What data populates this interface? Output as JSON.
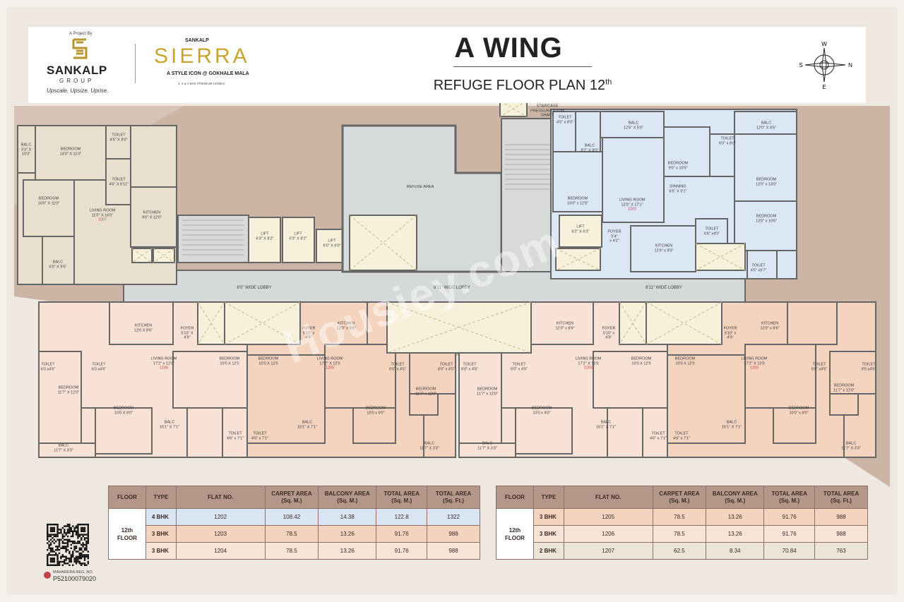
{
  "header": {
    "project_by": "A Project By",
    "group_name": "SANKALP",
    "group_word": "GROUP",
    "group_tagline": "Upscale. Upsize. Uprise.",
    "project_brand": "SANKALP",
    "project_name": "SIERRA",
    "project_sub": "A STYLE ICON @ GOKHALE MALA",
    "project_small": "4, 3 & 2 BHK PREMIUM HOMES",
    "title": "A WING",
    "subtitle": "REFUGE FLOOR PLAN 12",
    "subtitle_sup": "th",
    "compass": {
      "top": "W",
      "left": "S",
      "right": "N",
      "bottom": "E"
    }
  },
  "colors": {
    "flat_1202": "#dce7f5",
    "flat_1203": "#f4d3bf",
    "flat_1204": "#f7e2d5",
    "flat_1205": "#f4d3bf",
    "flat_1206": "#f8e2d6",
    "flat_1207": "#e9dfcf",
    "header_row": "#b5978a",
    "brand_gold": "#c9a431",
    "lobby": "#d6d9d9",
    "shaft": "#f7f1dc",
    "band": "#cdb5a6"
  },
  "watermark": "Housiey.com",
  "plan": {
    "rooms": [
      {
        "t": "BALC\n3'3\" X\n10'3\""
      },
      {
        "t": "BEDROOM\n14'0\" X 11'0\""
      },
      {
        "t": "TOILET\n4'5\" X 8'0\""
      },
      {
        "t": "TOILET\n4'6\" X 6'11\""
      },
      {
        "t": "BEDROOM\n10'0\" X 11'0\""
      },
      {
        "t": "KITCHEN\n9'0\" X 12'0\""
      },
      {
        "t": "LIVING ROOM\n11'0\" X 16'0\"",
        "no": "1207"
      },
      {
        "t": "BALC\n6'0\" X 9'5\""
      },
      {
        "t": "LIFT\n6'3\" X 8'2\""
      },
      {
        "t": "LIFT\n6'3\" X 8'2\""
      },
      {
        "t": "LIFT\n6'0\" X 6'0\""
      },
      {
        "t": "REFUSE AREA"
      },
      {
        "t": "STAIRCASE\nPRESSURIZATION\nSHAFT"
      },
      {
        "t": "LIFT\n6'2\" X 6'3\""
      },
      {
        "t": "TOILET\n4'5\" x 8'0\""
      },
      {
        "t": "BALC\n8'2\" X 8'0\""
      },
      {
        "t": "BALC\n12'5\" X 5'0\""
      },
      {
        "t": "BEDROOM\n10'0\" x 12'0\""
      },
      {
        "t": "LIVING ROOM\n12'0\" X 17'1\"",
        "no": "1202"
      },
      {
        "t": "BEDROOM\n9'0\" x 10'0\""
      },
      {
        "t": "TOILET\n6'0\" x 8'0\""
      },
      {
        "t": "BALC\n12'0\" X 4'5\""
      },
      {
        "t": "BEDROOM\n12'0\" x 13'0\""
      },
      {
        "t": "DINNING\n6'5\" X 9'1\""
      },
      {
        "t": "BEDROOM\n13'0\" x 10'6\""
      },
      {
        "t": "TOILET\n6'6\" x4'5\""
      },
      {
        "t": "FOYER\n5'4\"\nx 4'2\""
      },
      {
        "t": "KITCHEN\n12'6\" x 9'0\""
      },
      {
        "t": "TOILET\n4'5\" x9'7\""
      },
      {
        "t": "8'0\" WIDE LOBBY"
      },
      {
        "t": "8'11\" WIDE LOBBY"
      },
      {
        "t": "8'11\" WIDE LOBBY"
      },
      {
        "t": "KITCHEN\n12'0 X 8'6\""
      },
      {
        "t": "FOYER\n5'10\" X\n4'9\""
      },
      {
        "t": "LIVING ROOM\n17'2\" x 12'0\"",
        "no": "1206"
      },
      {
        "t": "TOILET\n6'0 x4'5\""
      },
      {
        "t": "TOILET\n6'0 x4'5\""
      },
      {
        "t": "BEDROOM\n11'7\" X 12'0\""
      },
      {
        "t": "BEDROOM\n10'0 X 9'0\""
      },
      {
        "t": "BALC\n15'1\" X 7'1\""
      },
      {
        "t": "BALC\n11'7\" X 3'3\""
      },
      {
        "t": "BEDROOM\n10'0 X 12'0"
      },
      {
        "t": "TOILET\n4'6\" x 7'1\""
      },
      {
        "t": "BEDROOM\n10'0 X 12'0"
      },
      {
        "t": "TOILET\n4'6\" x 7'1\""
      },
      {
        "t": "BALC\n15'1\" X 7'1\""
      },
      {
        "t": "LIVING ROOM\n17'2\" X 12'0",
        "no": "1205"
      },
      {
        "t": "FOYER\n5'10\" x\n4'9\""
      },
      {
        "t": "KITCHEN\n12'0\" x 8'6\""
      },
      {
        "t": "BEDROOM\n10'0 x 9'0\""
      },
      {
        "t": "TOILET\n6'0\" x 4'5\""
      },
      {
        "t": "TOILET\n8'0\" x 4'5\""
      },
      {
        "t": "BEDROOM\n11'7\" x 12'0\""
      },
      {
        "t": "BALC\n11'7\" X 3'3\""
      },
      {
        "t": "BEDROOM\n11'7\" x 12'0\""
      },
      {
        "t": "TOILET\n6'0\" x 4'5\""
      },
      {
        "t": "TOILET\n6'0\" x 4'5\""
      },
      {
        "t": "BEDROOM\n10'0 x 9'0\""
      },
      {
        "t": "KITCHEN\n12'0\" x 8'6\""
      },
      {
        "t": "FOYER\n5'10\" x\n4'9\""
      },
      {
        "t": "LIVING ROOM\n17'2\" X 12'0",
        "no": "1204"
      },
      {
        "t": "BALC\n15'1\" X 7'1\""
      },
      {
        "t": "BEDROOM\n10'0 X 12'0"
      },
      {
        "t": "TOILET\n4'6\" x 7'1\""
      },
      {
        "t": "BALC\n11'7\" X 3'3\""
      },
      {
        "t": "BEDROOM\n10'0 X 12'0"
      },
      {
        "t": "TOILET\n4'6\" x 7'1\""
      },
      {
        "t": "BALC\n15'1\" X 7'1\""
      },
      {
        "t": "LIVING ROOM\n17'2\" X 12'0",
        "no": "1203"
      },
      {
        "t": "FOYER\n5'10\" x\n4'9\""
      },
      {
        "t": "KITCHEN\n12'0\" x 8'6\""
      },
      {
        "t": "BEDROOM\n10'0\" x 9'0\""
      },
      {
        "t": "TOILET\n6'0\" x4'5\""
      },
      {
        "t": "TOILET\n8'0 x4'5\""
      },
      {
        "t": "BEDROOM\n11'7\" x 12'0\""
      },
      {
        "t": "BALC\n11'7\" X 3'3\""
      }
    ]
  },
  "tables": {
    "headers": [
      "FLOOR",
      "TYPE",
      "FLAT NO.",
      "CARPET AREA\n(Sq. M.)",
      "BALCONY AREA\n(Sq. M.)",
      "TOTAL AREA\n(Sq. M.)",
      "TOTAL AREA\n(Sq. Ft.)"
    ],
    "floor_label": "12th\nFLOOR",
    "left": [
      {
        "type": "4 BHK",
        "flat": "1202",
        "carpet": "108.42",
        "balcony": "14.38",
        "total_m": "122.8",
        "total_ft": "1322",
        "color": "#d9e5f3"
      },
      {
        "type": "3 BHK",
        "flat": "1203",
        "carpet": "78.5",
        "balcony": "13.26",
        "total_m": "91.76",
        "total_ft": "988",
        "color": "#f4d3bf"
      },
      {
        "type": "3 BHK",
        "flat": "1204",
        "carpet": "78.5",
        "balcony": "13.26",
        "total_m": "91.76",
        "total_ft": "988",
        "color": "#f8e3d7"
      }
    ],
    "right": [
      {
        "type": "3 BHK",
        "flat": "1205",
        "carpet": "78.5",
        "balcony": "13.26",
        "total_m": "91.76",
        "total_ft": "988",
        "color": "#f4d3bf"
      },
      {
        "type": "3 BHK",
        "flat": "1206",
        "carpet": "78.5",
        "balcony": "13.26",
        "total_m": "91.76",
        "total_ft": "988",
        "color": "#f8e3d7"
      },
      {
        "type": "2 BHK",
        "flat": "1207",
        "carpet": "62.5",
        "balcony": "8.34",
        "total_m": "70.84",
        "total_ft": "763",
        "color": "#ece4d6"
      }
    ]
  },
  "footer": {
    "rera_label": "MAHARERA REG. NO.",
    "rera_no": "P52100079020"
  }
}
